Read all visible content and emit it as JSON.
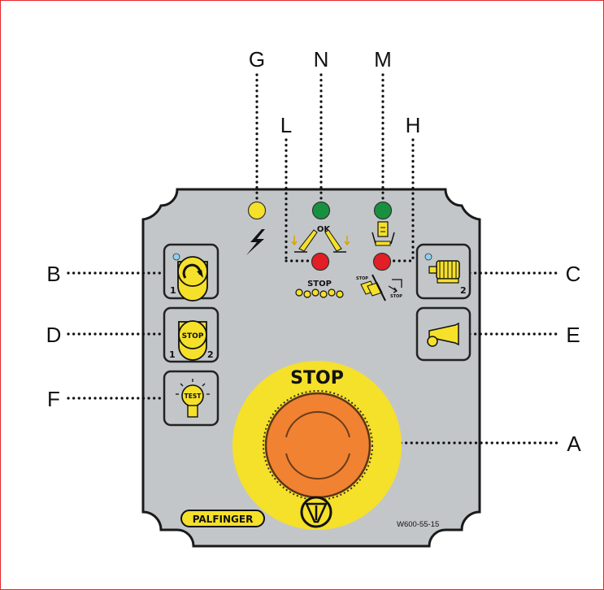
{
  "labels": {
    "G": "G",
    "N": "N",
    "M": "M",
    "L": "L",
    "H": "H",
    "B": "B",
    "C": "C",
    "D": "D",
    "E": "E",
    "F": "F",
    "A": "A"
  },
  "panel": {
    "ok_text": "OK",
    "stop_small_text": "STOP",
    "stop_main_text": "STOP",
    "stop_tiny_left": "STOP",
    "stop_tiny_right": "STOP",
    "brand": "PALFINGER",
    "part_number": "W600-55-15",
    "buttons": {
      "start": {
        "num": "1"
      },
      "motor": {
        "num": "2"
      },
      "stop": {
        "text": "STOP",
        "num_left": "1",
        "num_right": "2"
      },
      "test": {
        "text": "TEST"
      }
    }
  },
  "colors": {
    "panel": "#c3c6c9",
    "yellow": "#f5e02a",
    "green": "#17913f",
    "red": "#e21e26",
    "orange": "#f08232",
    "light_blue": "#8fd0ee",
    "frame": "#e4262c"
  }
}
